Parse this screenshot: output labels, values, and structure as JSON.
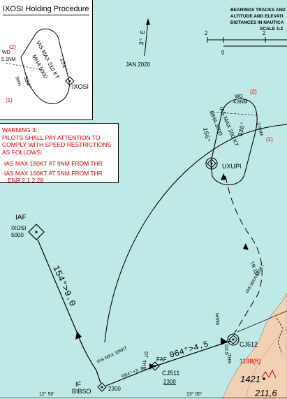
{
  "inset": {
    "title": "IXOSI Holding Procedure",
    "wd_label": "WD",
    "wd_dist": "5.1NM",
    "leg2": "(2)",
    "leg1": "(1)",
    "ias": "IAS MAX 210 KT",
    "mha": "MHA 5000",
    "brg_in": "154°",
    "brg_out": "334°",
    "small_label": "3MIN",
    "fix": "IXOSI"
  },
  "warning": {
    "title": "WARNING 3:",
    "body": "PILOTS SHALL PAY ATTENTION TO COMPLY WITH SPEED RESTRICTIONS AS FOLLOWS:",
    "item1": "-IAS MAX 180KT AT 9NM FROM THR",
    "item2": "-IAS MAX 160KT AT 5NM FROM THR",
    "item3": "ENR 2.1 2.28"
  },
  "legend": {
    "line1": "BEARINGS TRACKS AND",
    "line2": "ALTITUDE AND ELEVATI",
    "line3": "DISTANCES IN NAUTICA",
    "scale": "SCALE 1:2"
  },
  "scale_bar": {
    "a": "2",
    "b": "0",
    "c": "2"
  },
  "magvar": {
    "value": "3° E",
    "date": "JAN 2020"
  },
  "hold2": {
    "wd_label": "WD",
    "wd_dist": "4.8NM",
    "leg2": "(2)",
    "leg1": "(1)",
    "ias": "IAS MAX 200 KT",
    "mha": "MHA 3000",
    "brg_in": "156°",
    "brg_out": "336°",
    "small_label": "3.6NM",
    "fix": "UXUPI"
  },
  "iaf": {
    "label": "IAF",
    "name": "IXOSI",
    "alt": "5000"
  },
  "route": {
    "main_track": "154°>9.0",
    "tr336": "TR 336",
    "ias185_map": "IAS MAX 185KT",
    "ias185_if": "IAS MAX 185KT",
    "track064a": "064°>3.0",
    "track064b": "064°>4.5",
    "ct": "D7",
    "thr1": "THR",
    "thr2": "THR",
    "d25": "D2.5"
  },
  "fixes": {
    "if_label": "IF",
    "if_name": "BIBSO",
    "if_alt": "2300",
    "faf": "FAF",
    "cj511": "CJ511",
    "cj511_alt": "2300",
    "mapt": "MAPt",
    "cj512": "CJ512"
  },
  "terrain": {
    "elev1": "1198(ft)",
    "elev2": "1421",
    "elev3": "211,6"
  },
  "coords": {
    "lon1": "12° 50'",
    "lon2": "13° 00'"
  },
  "colors": {
    "sea": "#bfe9e6",
    "terrain": "#f2d0b4",
    "warning": "#d40000",
    "ink": "#000000"
  }
}
